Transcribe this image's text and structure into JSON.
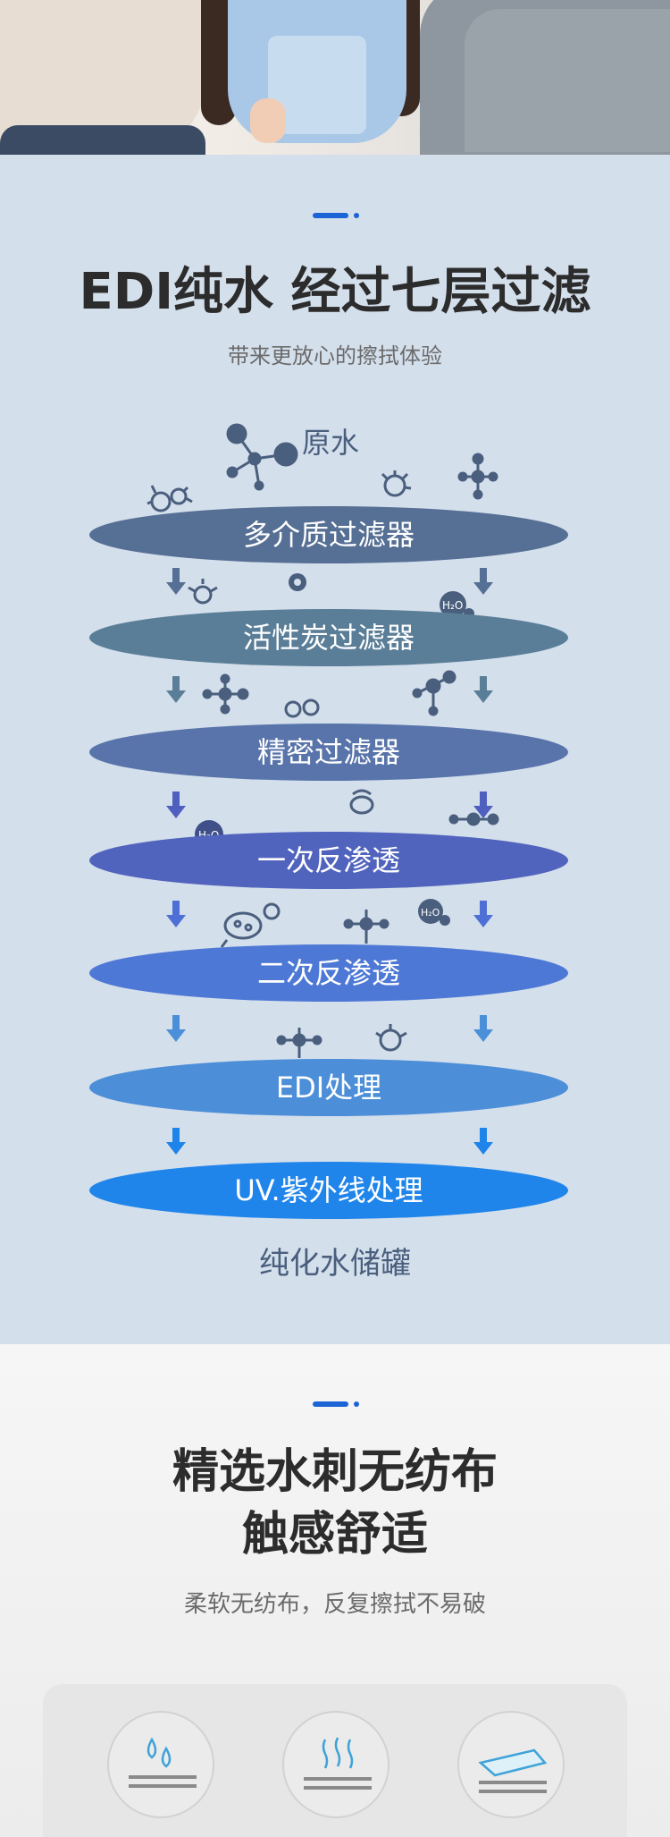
{
  "section_filter": {
    "title": "EDI纯水 经过七层过滤",
    "subtitle": "带来更放心的擦拭体验",
    "raw_water_label": "原水",
    "stages": [
      {
        "label": "多介质过滤器",
        "color": "#566f94"
      },
      {
        "label": "活性炭过滤器",
        "color": "#5a7e98"
      },
      {
        "label": "精密过滤器",
        "color": "#5874aa"
      },
      {
        "label": "一次反渗透",
        "color": "#5164bd"
      },
      {
        "label": "二次反渗透",
        "color": "#4e78d6"
      },
      {
        "label": "EDI处理",
        "color": "#4c8ed8"
      },
      {
        "label": "UV.紫外线处理",
        "color": "#2085ea"
      }
    ],
    "output_label": "纯化水储罐",
    "accent_color": "#1b64d6",
    "background_color": "#d4dfec"
  },
  "section_fabric": {
    "title_line1": "精选水刺无纺布",
    "title_line2": "触感舒适",
    "subtitle": "柔软无纺布，反复擦拭不易破",
    "features": [
      {
        "icon": "water-drops-icon"
      },
      {
        "icon": "steam-waves-icon"
      },
      {
        "icon": "wipe-sheet-icon"
      }
    ]
  }
}
